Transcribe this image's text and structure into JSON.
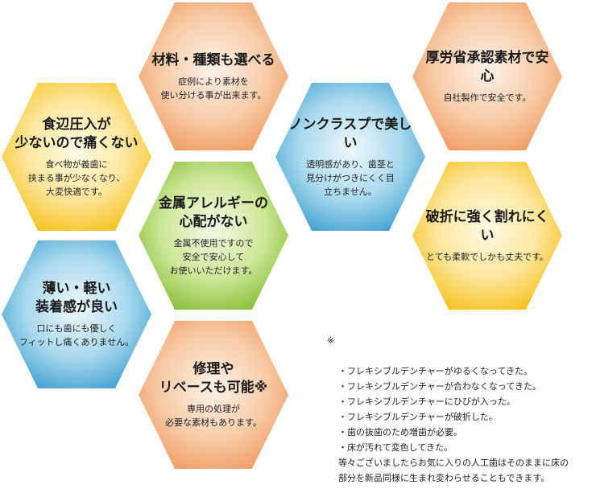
{
  "hexagons": [
    {
      "id": "materials",
      "title": "材料・種類も選べる",
      "desc": "症例により素材を\n使い分ける事が出来ます。",
      "color": "orange"
    },
    {
      "id": "approved",
      "title": "厚労省承認素材で安心",
      "desc": "自社製作で安全です。",
      "color": "orange"
    },
    {
      "id": "pressure",
      "title": "食辺圧入が\n少ないので痛くない",
      "desc": "食べ物が義歯に\n挟まる事が少なくなり、\n大変快適です。",
      "color": "yellow"
    },
    {
      "id": "nonclasp",
      "title": "ノンクラスプで美しい",
      "desc": "透明感があり、歯茎と\n見分けがつきにくく目\n立ちません。",
      "color": "blue"
    },
    {
      "id": "allergy",
      "title": "金属アレルギーの\n心配がない",
      "desc": "金属不使用ですので\n安全で安心して\nお使いいただけます。",
      "color": "green"
    },
    {
      "id": "fracture",
      "title": "破折に強く割れにくい",
      "desc": "とても柔軟でしかも丈夫です。",
      "color": "yellow"
    },
    {
      "id": "thin",
      "title": "薄い・軽い\n装着感が良い",
      "desc": "口にも歯にも優しく\nフィットし痛くありません。",
      "color": "blue"
    },
    {
      "id": "repair",
      "title": "修理や\nリベースも可能※",
      "desc": "専用の処理が\n必要な素材もあります。",
      "color": "orange"
    }
  ],
  "note": {
    "mark": "※",
    "lines": "・フレキシブルデンチャーがゆるくなってきた。\n・フレキシブルデンチャーが合わなくなってきた。\n・フレキシブルデンチャーにひびが入った。\n・フレキシブルデンチャーが破折した。\n・歯の抜歯のため増歯が必要。\n・床が汚れて変色してきた。\n等々ございましたらお気に入りの人工歯はそのままに床の\n部分を新品同様に生まれ変わらせることもできます。"
  },
  "colors": {
    "orange": [
      "#fdf1e8",
      "#f2a46f"
    ],
    "yellow": [
      "#fffbe6",
      "#f7c21e"
    ],
    "blue": [
      "#eef8fc",
      "#4aa8d6"
    ],
    "green": [
      "#f3fae4",
      "#8cc33a"
    ]
  }
}
